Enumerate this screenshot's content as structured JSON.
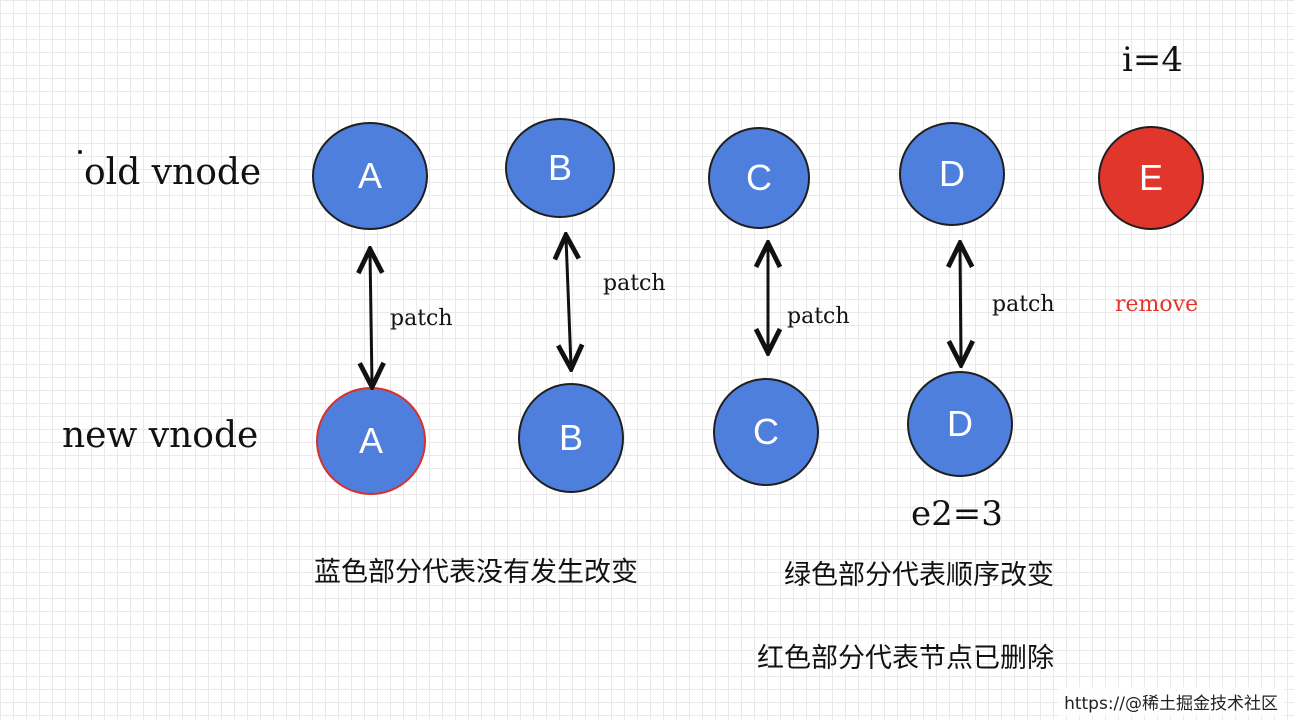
{
  "labels": {
    "old_vnode": "old vnode",
    "new_vnode": "new vnode"
  },
  "old_nodes": [
    {
      "letter": "A",
      "color": "blue"
    },
    {
      "letter": "B",
      "color": "blue"
    },
    {
      "letter": "C",
      "color": "blue"
    },
    {
      "letter": "D",
      "color": "blue"
    },
    {
      "letter": "E",
      "color": "red"
    }
  ],
  "new_nodes": [
    {
      "letter": "A",
      "color": "blue"
    },
    {
      "letter": "B",
      "color": "blue"
    },
    {
      "letter": "C",
      "color": "blue"
    },
    {
      "letter": "D",
      "color": "blue"
    }
  ],
  "patch_labels": [
    "patch",
    "patch",
    "patch",
    "patch"
  ],
  "remove_label": "remove",
  "markers": {
    "i": "i=4",
    "e2": "e2=3"
  },
  "captions": {
    "blue": "蓝色部分代表没有发生改变",
    "green": "绿色部分代表顺序改变",
    "red": "红色部分代表节点已删除"
  },
  "watermark": "https://@稀土掘金技术社区",
  "colors": {
    "blue_node": "#4f7fdc",
    "red_node": "#e0362b",
    "remove_text": "#e0362b"
  }
}
